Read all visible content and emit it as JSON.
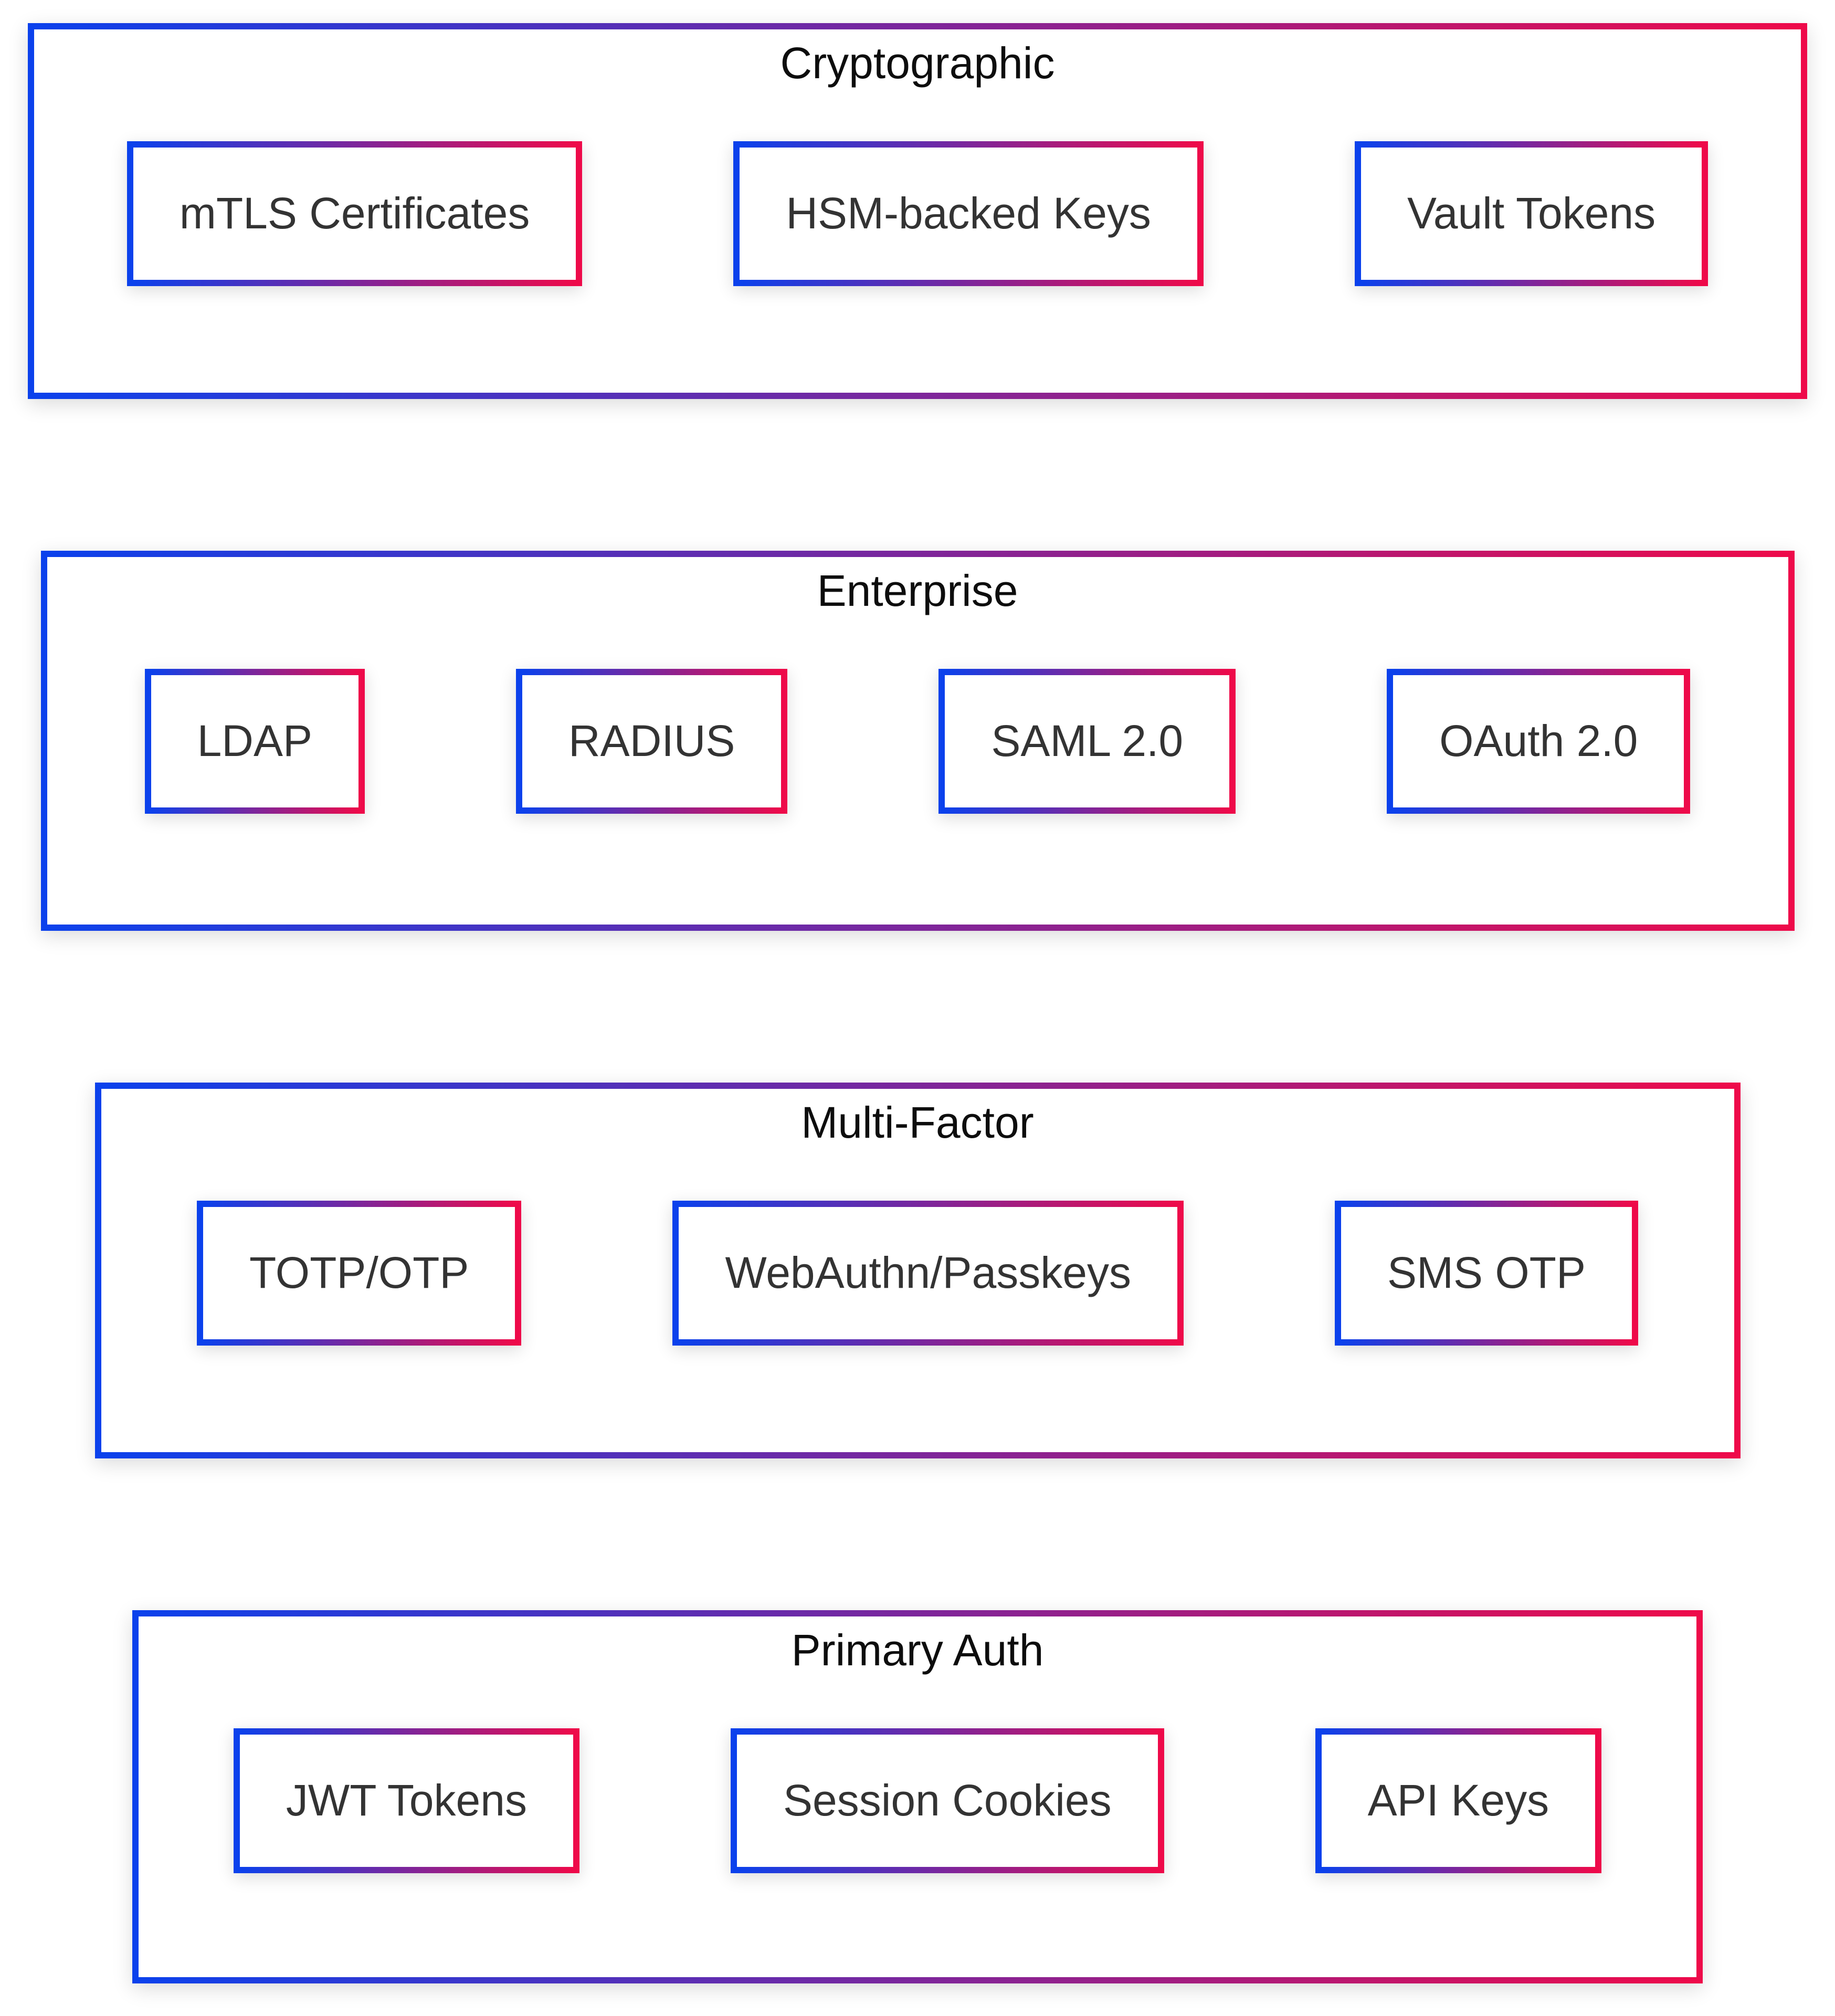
{
  "theme": {
    "gradient_start": "#0b41ec",
    "gradient_end": "#ee0a4a",
    "title_color": "#0d0d0d",
    "label_color": "#333333",
    "background": "#ffffff"
  },
  "diagram_type": "layered-architecture",
  "sections": [
    {
      "title": "Cryptographic",
      "items": [
        "mTLS Certificates",
        "HSM-backed Keys",
        "Vault Tokens"
      ]
    },
    {
      "title": "Enterprise",
      "items": [
        "LDAP",
        "RADIUS",
        "SAML 2.0",
        "OAuth 2.0"
      ]
    },
    {
      "title": "Multi-Factor",
      "items": [
        "TOTP/OTP",
        "WebAuthn/Passkeys",
        "SMS OTP"
      ]
    },
    {
      "title": "Primary Auth",
      "items": [
        "JWT Tokens",
        "Session Cookies",
        "API Keys"
      ]
    }
  ]
}
